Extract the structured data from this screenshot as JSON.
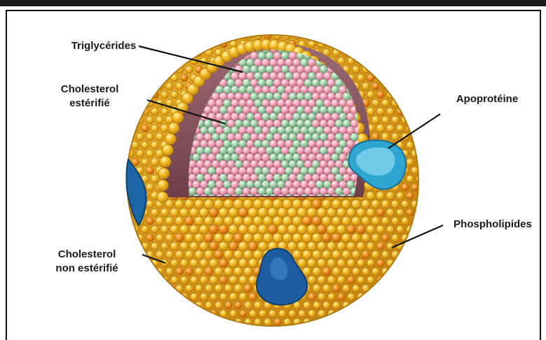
{
  "figure": {
    "labels": {
      "triglycerides": "Triglycérides",
      "cholesterol_ester_line1": "Cholesterol",
      "cholesterol_ester_line2": "estérifié",
      "apoprotein": "Apoprotéine",
      "phospholipids": "Phospholipides",
      "cholesterol_free_line1": "Cholesterol",
      "cholesterol_free_line2": "non estérifié"
    },
    "colors": {
      "phospholipid_head": "#f2b51c",
      "phospholipid_head_dark": "#d9921a",
      "free_cholesterol": "#f08a1a",
      "triglyceride": "#f1a7b8",
      "cholesterol_ester": "#a9d6b0",
      "apoprotein_light": "#39b6dc",
      "apoprotein_dark": "#1f5ea0",
      "cut_surface": "#8c5a63"
    }
  }
}
